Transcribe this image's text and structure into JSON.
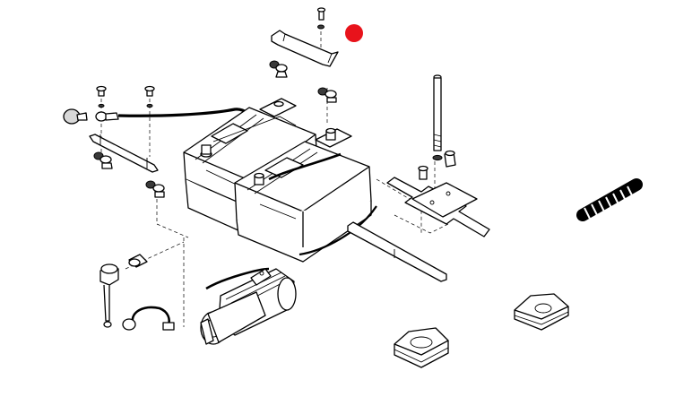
{
  "diagram": {
    "marker_color": "#e8131b",
    "line_color": "#000000",
    "background": "#ffffff",
    "parts": [
      {
        "id": "marker",
        "icon": "red-dot-marker"
      },
      {
        "id": "hold-down-clamp",
        "icon": "bracket"
      },
      {
        "id": "battery-left",
        "icon": "battery"
      },
      {
        "id": "battery-right",
        "icon": "battery"
      },
      {
        "id": "ground-cable",
        "icon": "cable"
      },
      {
        "id": "tray-frame",
        "icon": "bracket"
      },
      {
        "id": "long-bolt",
        "icon": "bolt"
      },
      {
        "id": "coil-spring",
        "icon": "spring"
      },
      {
        "id": "starter-motor",
        "icon": "motor"
      },
      {
        "id": "rubber-mount-large",
        "icon": "mount"
      },
      {
        "id": "rubber-mount-small",
        "icon": "mount"
      }
    ]
  }
}
